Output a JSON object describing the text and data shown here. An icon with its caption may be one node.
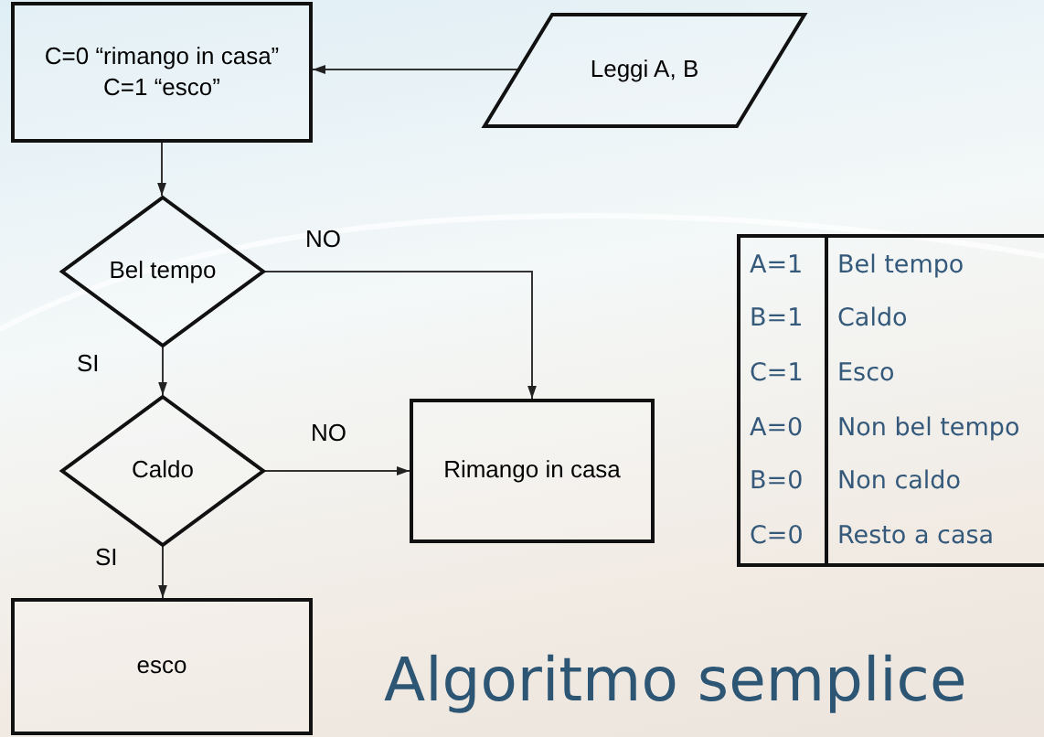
{
  "diagram": {
    "title": "Algoritmo semplice",
    "nodes": [
      {
        "text": [
          "C=0 “rimango in casa”",
          "C=1 “esco”"
        ]
      },
      {
        "text": [
          "Leggi A, B"
        ]
      },
      {
        "text": [
          "Bel tempo"
        ]
      },
      {
        "text": [
          "Caldo"
        ]
      },
      {
        "text": [
          "Rimango in casa"
        ]
      },
      {
        "text": [
          "esco"
        ]
      }
    ],
    "edges": [
      {
        "from": 1,
        "to": 0,
        "arrow": "to"
      },
      {
        "from": 0,
        "to": 2,
        "arrow": "to"
      },
      {
        "from": 2,
        "to": 4,
        "arrow": "to",
        "label": "NO"
      },
      {
        "from": 2,
        "to": 3,
        "arrow": "to",
        "label": "SI"
      },
      {
        "from": 3,
        "to": 4,
        "arrow": "to",
        "label": "NO"
      },
      {
        "from": 3,
        "to": 5,
        "arrow": "to",
        "label": "SI"
      }
    ],
    "labels": [
      "A=1",
      "Bel tempo",
      "B=1",
      "Caldo",
      "C=1",
      "Esco",
      "A=0",
      "Non bel tempo",
      "B=0",
      "Non caldo",
      "C=0",
      "Resto a casa"
    ]
  }
}
